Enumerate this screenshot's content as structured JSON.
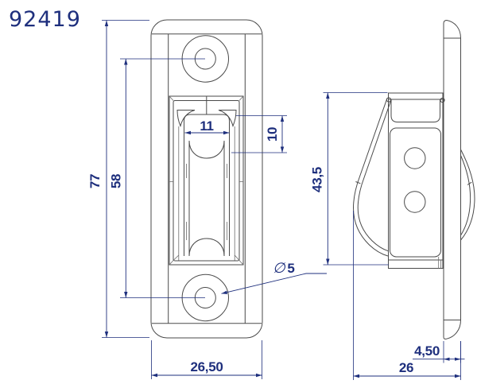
{
  "title": "92419",
  "colors": {
    "dimension": "#1e2f7d",
    "drawing_line": "#4a4a4a",
    "background": "#ffffff"
  },
  "front_view": {
    "name": "pulley front view",
    "dimensions": {
      "overall_height": "77",
      "hole_spacing": "58",
      "wheel_width": "11",
      "groove_height": "10",
      "hole_dia_symbol": "∅",
      "hole_dia_value": "5",
      "overall_width": "26,50"
    }
  },
  "side_view": {
    "name": "pulley side view",
    "dimensions": {
      "housing_height": "43,5",
      "plate_thickness": "4,50",
      "overall_depth": "26"
    }
  }
}
